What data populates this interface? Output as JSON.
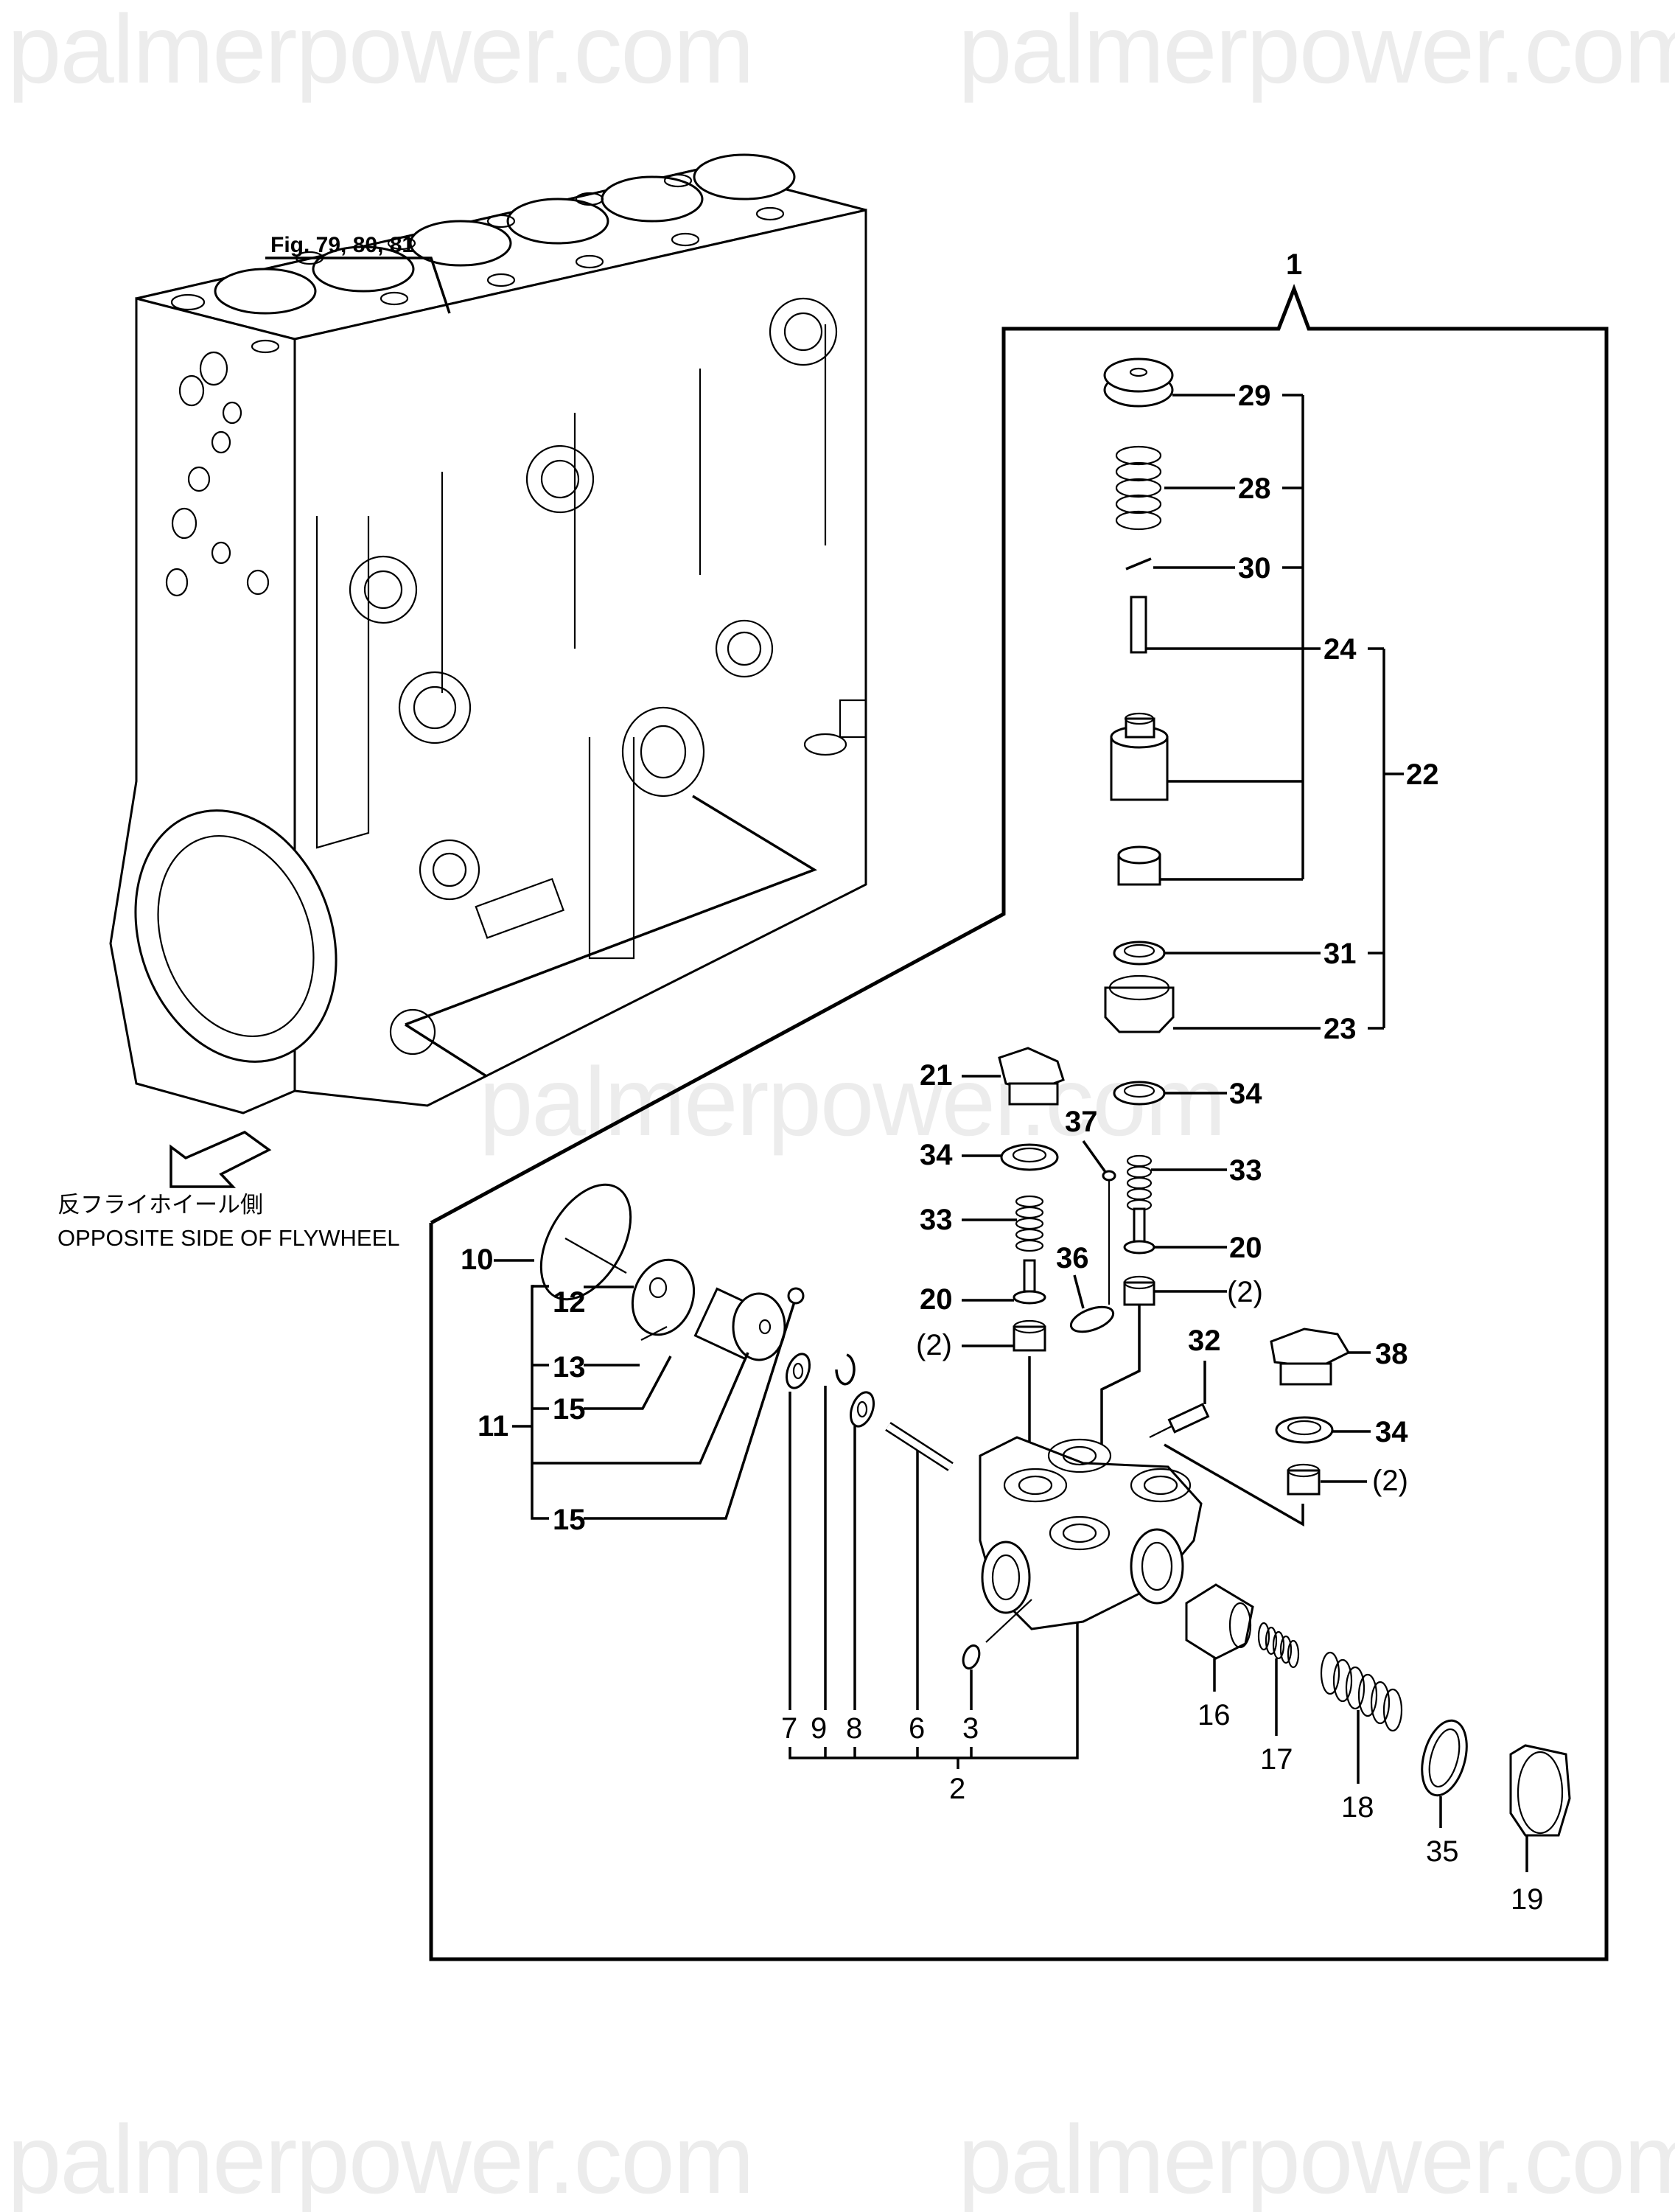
{
  "watermark": {
    "text": "palmerpower.com",
    "color": "#ececec"
  },
  "figure_reference": "Fig. 79, 80, 81",
  "direction_indicator": {
    "label_jp": "反フライホイール側",
    "label_en": "OPPOSITE SIDE OF FLYWHEEL",
    "icon": "arrow-down-left-icon"
  },
  "assembly": {
    "callout": "1",
    "subassembly_22": {
      "callout": "22",
      "children": [
        "24",
        "31",
        "23"
      ],
      "subassembly_24": {
        "callout": "24",
        "children": [
          "29",
          "28",
          "30",
          "pin",
          "body",
          "seat"
        ]
      }
    },
    "subassembly_11": {
      "callout": "11",
      "children": [
        "12",
        "13",
        "15",
        "15"
      ]
    },
    "subassembly_2": {
      "callout": "2",
      "children": [
        "7",
        "9",
        "8",
        "6",
        "3"
      ]
    },
    "labels": {
      "p1": "1",
      "p2": "2",
      "p3": "3",
      "p6": "6",
      "p7": "7",
      "p8": "8",
      "p9": "9",
      "p10": "10",
      "p11": "11",
      "p12": "12",
      "p13": "13",
      "p15a": "15",
      "p15b": "15",
      "p16": "16",
      "p17": "17",
      "p18": "18",
      "p19": "19",
      "p20a": "20",
      "p20b": "20",
      "p21": "21",
      "p22": "22",
      "p23": "23",
      "p24": "24",
      "p28": "28",
      "p29": "29",
      "p30": "30",
      "p31": "31",
      "p32": "32",
      "p33a": "33",
      "p33b": "33",
      "p34a": "34",
      "p34b": "34",
      "p34c": "34",
      "p35": "35",
      "p36": "36",
      "p37": "37",
      "p38": "38",
      "ref2a": "(2)",
      "ref2b": "(2)",
      "ref2c": "(2)"
    }
  }
}
